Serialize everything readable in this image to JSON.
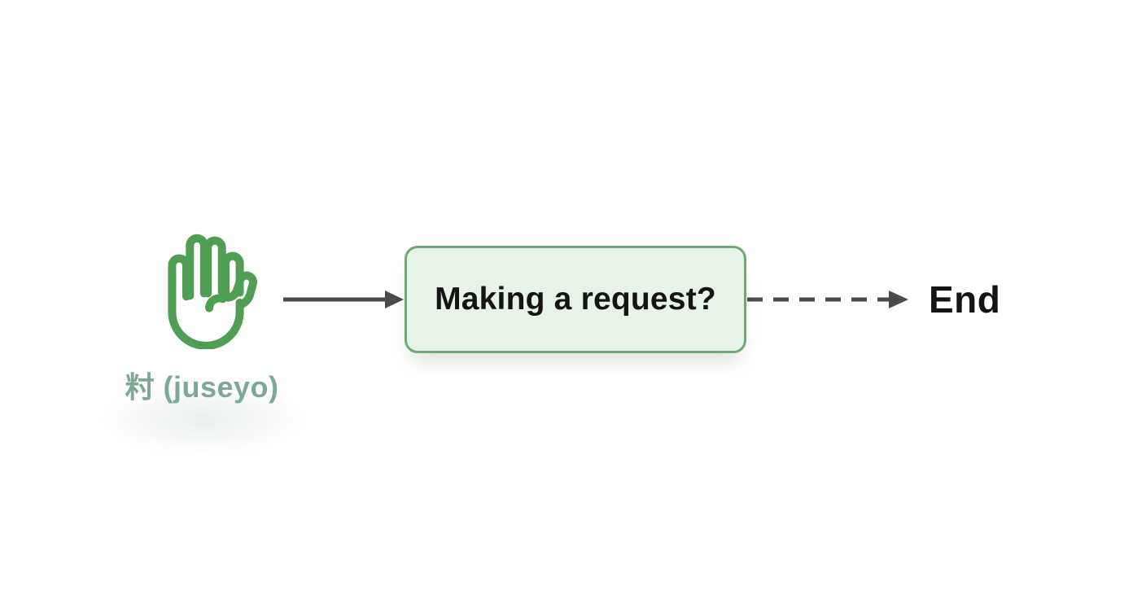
{
  "diagram_type": "flowchart",
  "background_color": "#ffffff",
  "start_node": {
    "icon": "raised-hand-icon",
    "icon_color": "#4f9e54",
    "label": "籿 (juseyo)",
    "label_color": "#7fa795"
  },
  "solid_connector": {
    "style": "solid",
    "color": "#4a4a4a"
  },
  "decision_node": {
    "label": "Making a request?",
    "fill": "#e8f3e7",
    "border_color": "#6fa873",
    "text_color": "#141414"
  },
  "dashed_connector": {
    "style": "dashed",
    "color": "#4a4a4a"
  },
  "end_node": {
    "label": "End",
    "text_color": "#141414"
  }
}
